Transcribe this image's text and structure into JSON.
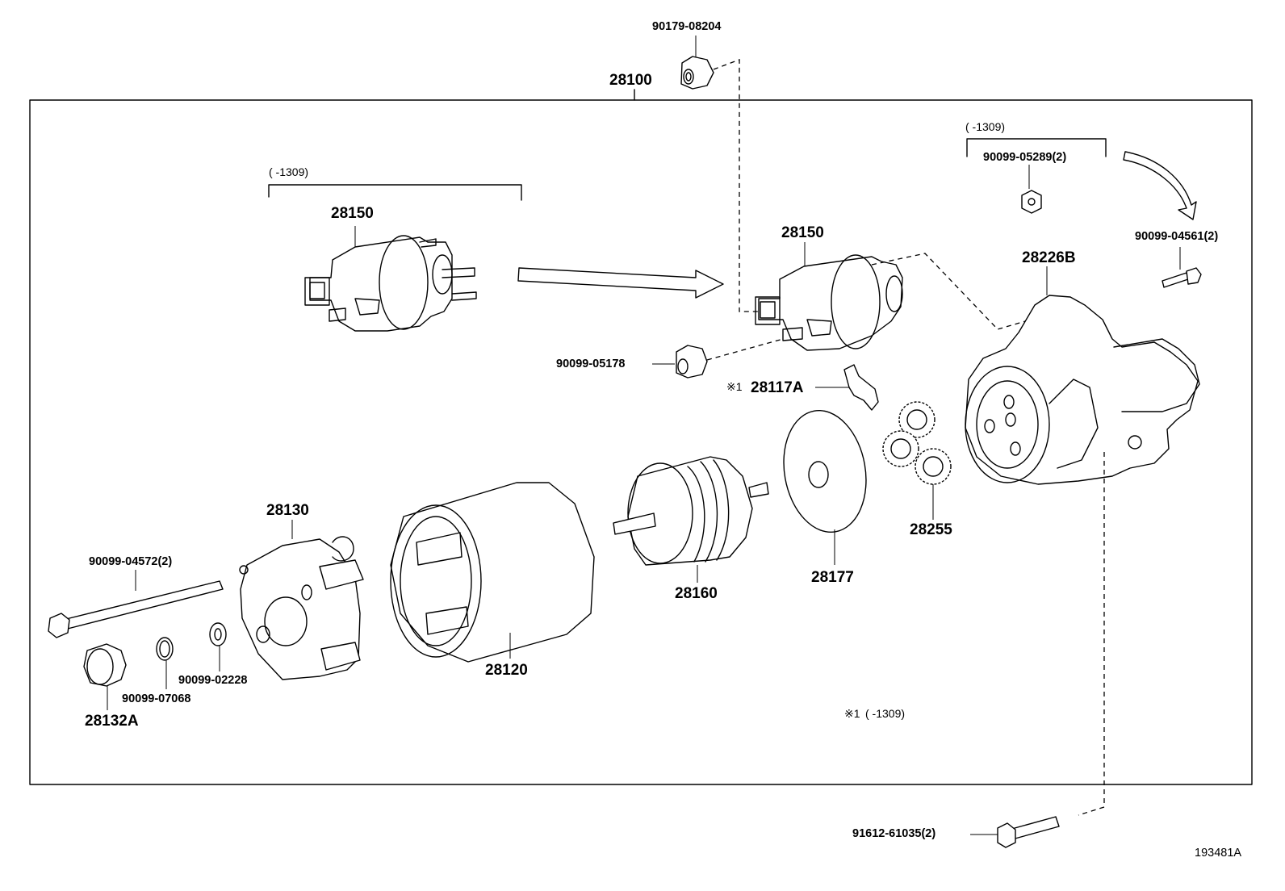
{
  "assembly": {
    "part_number": "28100"
  },
  "diagram_id": "193481A",
  "note": {
    "mark": "※1",
    "range": "(      -1309)"
  },
  "brackets": {
    "left_range": "(      -1309)",
    "right_range": "(      -1309)"
  },
  "labels": {
    "p_90179_08204": "90179-08204",
    "p_28100": "28100",
    "p_28150_old": "28150",
    "p_28150_new": "28150",
    "p_90099_05289": "90099-05289(2)",
    "p_90099_04561": "90099-04561(2)",
    "p_28226b": "28226B",
    "p_90099_05178": "90099-05178",
    "p_28117a_mark": "※1",
    "p_28117a": "28117A",
    "p_28130": "28130",
    "p_90099_04572": "90099-04572(2)",
    "p_28255": "28255",
    "p_28160": "28160",
    "p_28177": "28177",
    "p_28120": "28120",
    "p_90099_02228": "90099-02228",
    "p_90099_07068": "90099-07068",
    "p_28132a": "28132A",
    "p_91612_61035": "91612-61035(2)"
  }
}
